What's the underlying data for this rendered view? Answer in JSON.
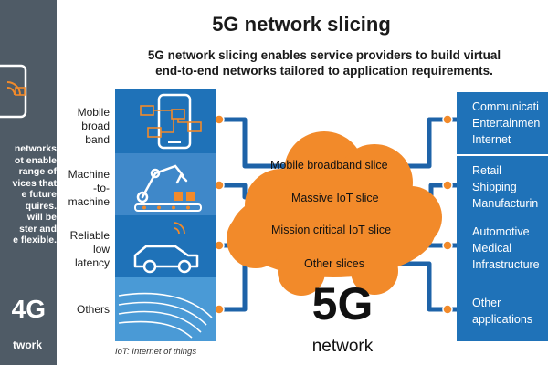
{
  "title": "5G network slicing",
  "subtitle": "5G network slicing enables service providers to build virtual\nend-to-end networks tailored to application requirements.",
  "left_panel": {
    "text": "networks\not enable\nrange of\nvices that\ne future\nquires.\nwill be\nster and\ne flexible.",
    "big_label": "4G",
    "small_label": "twork"
  },
  "rows": [
    {
      "label": "Mobile\nbroad\nband",
      "icon": "phone-network-icon"
    },
    {
      "label": "Machine\n-to-\nmachine",
      "icon": "robot-arm-factory-icon"
    },
    {
      "label": "Reliable\nlow\nlatency",
      "icon": "connected-car-icon"
    },
    {
      "label": "Others",
      "icon": "high-speed-train-icon"
    }
  ],
  "slices": [
    {
      "label": "Mobile broadband slice"
    },
    {
      "label": "Massive IoT slice"
    },
    {
      "label": "Mission critical IoT slice"
    },
    {
      "label": "Other slices"
    }
  ],
  "applications": [
    {
      "text": "Communicati\nEntertainmen\nInternet"
    },
    {
      "text": "Retail\nShipping\nManufacturin"
    },
    {
      "text": "Automotive\nMedical\nInfrastructure"
    },
    {
      "text": "Other\napplications"
    }
  ],
  "cloud": {
    "big": "5G",
    "small": "network"
  },
  "footnote": "IoT: Internet of things",
  "colors": {
    "panel": "#4f5b66",
    "blue": "#1f72b8",
    "blue_light": "#4a9ad6",
    "connector": "#1e63a8",
    "cloud": "#f28a2a",
    "dot": "#f28a2a"
  }
}
